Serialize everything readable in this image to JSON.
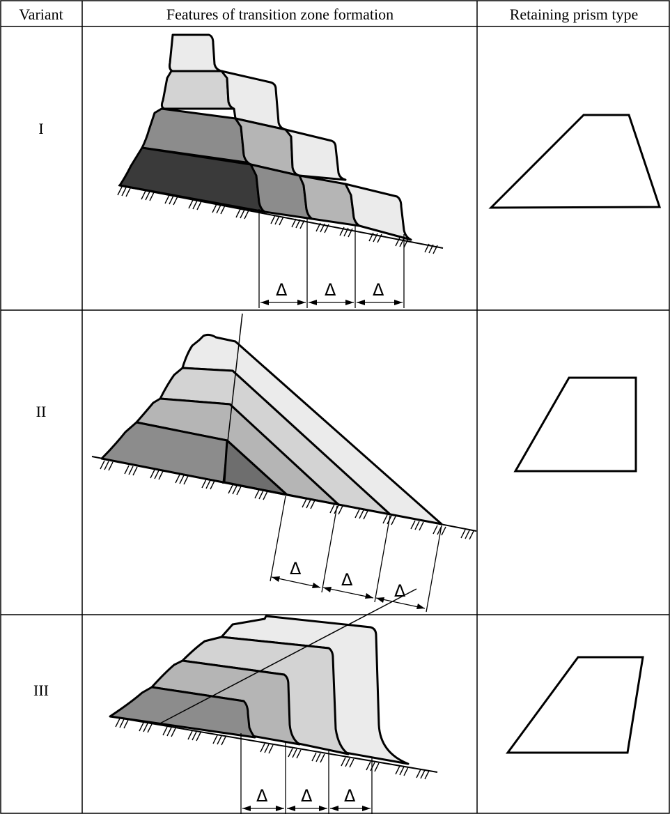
{
  "table": {
    "headers": {
      "variant": "Variant",
      "features": "Features of transition zone formation",
      "prism": "Retaining prism type"
    },
    "rows": [
      {
        "variant": "I",
        "delta_labels": [
          "Δ",
          "Δ",
          "Δ"
        ]
      },
      {
        "variant": "II",
        "delta_labels": [
          "Δ",
          "Δ",
          "Δ"
        ]
      },
      {
        "variant": "III",
        "delta_labels": [
          "Δ",
          "Δ",
          "Δ"
        ]
      }
    ]
  },
  "colors": {
    "layer_darkest": "#3a3a3a",
    "layer_dark": "#8c8c8c",
    "layer_mid": "#b5b5b5",
    "layer_light": "#d3d3d3",
    "layer_lightest": "#ebebeb",
    "ink": "#000000"
  }
}
